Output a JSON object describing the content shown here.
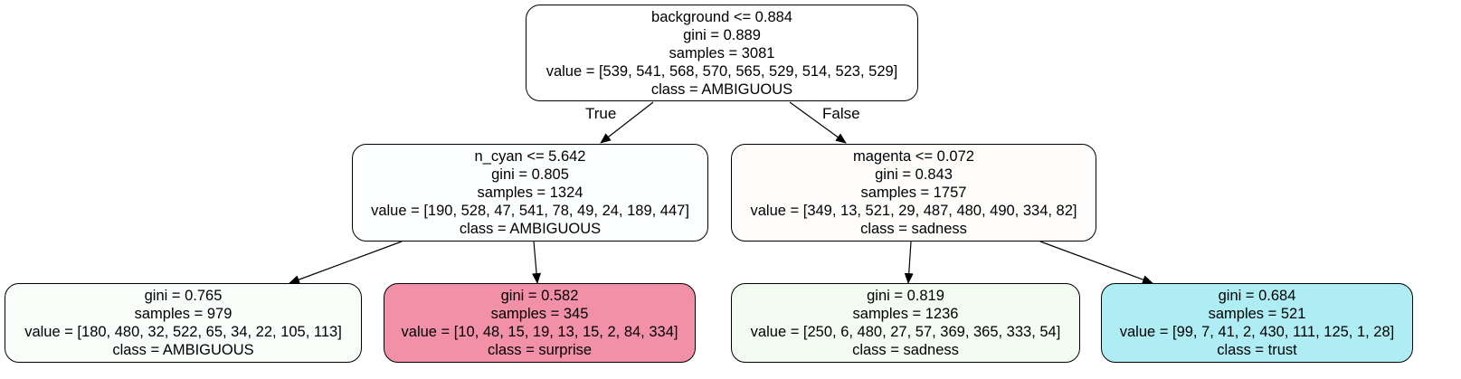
{
  "tree": {
    "nodes": [
      {
        "id": "root",
        "fill": "#ffffff",
        "lines": [
          "background <= 0.884",
          "gini = 0.889",
          "samples = 3081",
          "value = [539, 541, 568, 570, 565, 529, 514, 523, 529]",
          "class = AMBIGUOUS"
        ]
      },
      {
        "id": "left",
        "fill": "#fdfefe",
        "lines": [
          "n_cyan <= 5.642",
          "gini = 0.805",
          "samples = 1324",
          "value = [190, 528, 47, 541, 78, 49, 24, 189, 447]",
          "class = AMBIGUOUS"
        ]
      },
      {
        "id": "right",
        "fill": "#fefdfb",
        "lines": [
          "magenta <= 0.072",
          "gini = 0.843",
          "samples = 1757",
          "value = [349, 13, 521, 29, 487, 480, 490, 334, 82]",
          "class = sadness"
        ]
      },
      {
        "id": "ll",
        "fill": "#f8fdfa",
        "lines": [
          "gini = 0.765",
          "samples = 979",
          "value = [180, 480, 32, 522, 65, 34, 22, 105, 113]",
          "class = AMBIGUOUS"
        ]
      },
      {
        "id": "lr",
        "fill": "#f290a7",
        "lines": [
          "gini = 0.582",
          "samples = 345",
          "value = [10, 48, 15, 19, 13, 15, 2, 84, 334]",
          "class = surprise"
        ]
      },
      {
        "id": "rl",
        "fill": "#f3fcf1",
        "lines": [
          "gini = 0.819",
          "samples = 1236",
          "value = [250, 6, 480, 27, 57, 369, 365, 333, 54]",
          "class = sadness"
        ]
      },
      {
        "id": "rr",
        "fill": "#aeedf4",
        "lines": [
          "gini = 0.684",
          "samples = 521",
          "value = [99, 7, 41, 2, 430, 111, 125, 1, 28]",
          "class = trust"
        ]
      }
    ],
    "edges": [
      {
        "from": "root",
        "to": "left",
        "label": "True"
      },
      {
        "from": "root",
        "to": "right",
        "label": "False"
      },
      {
        "from": "left",
        "to": "ll",
        "label": ""
      },
      {
        "from": "left",
        "to": "lr",
        "label": ""
      },
      {
        "from": "right",
        "to": "rl",
        "label": ""
      },
      {
        "from": "right",
        "to": "rr",
        "label": ""
      }
    ]
  }
}
